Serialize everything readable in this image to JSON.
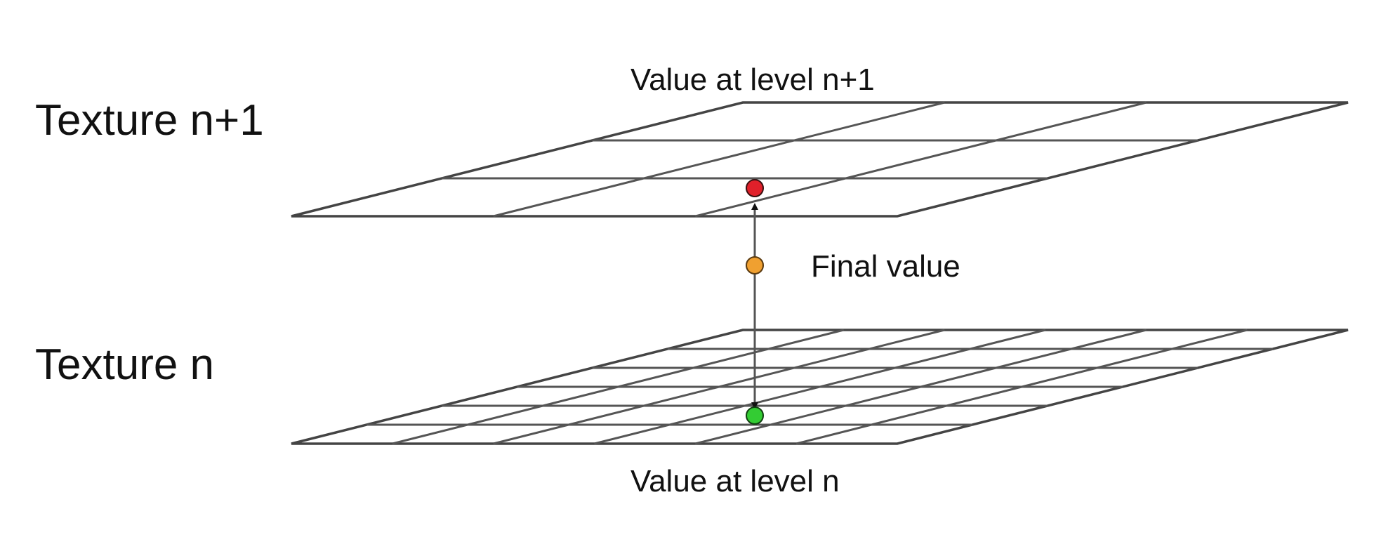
{
  "diagram": {
    "labels": {
      "texture_upper": "Texture n+1",
      "texture_lower": "Texture n",
      "value_upper": "Value at level n+1",
      "final_value": "Final value",
      "value_lower": "Value at level n"
    },
    "grids": {
      "upper": {
        "divisions_u": 3,
        "divisions_v": 3
      },
      "lower": {
        "divisions_u": 6,
        "divisions_v": 6
      }
    },
    "points": {
      "upper": {
        "color": "#e0202a"
      },
      "final": {
        "color": "#f0a030"
      },
      "lower": {
        "color": "#33cc33"
      }
    },
    "colors": {
      "grid": "#555555",
      "text": "#111111",
      "connector": "#555555"
    }
  }
}
